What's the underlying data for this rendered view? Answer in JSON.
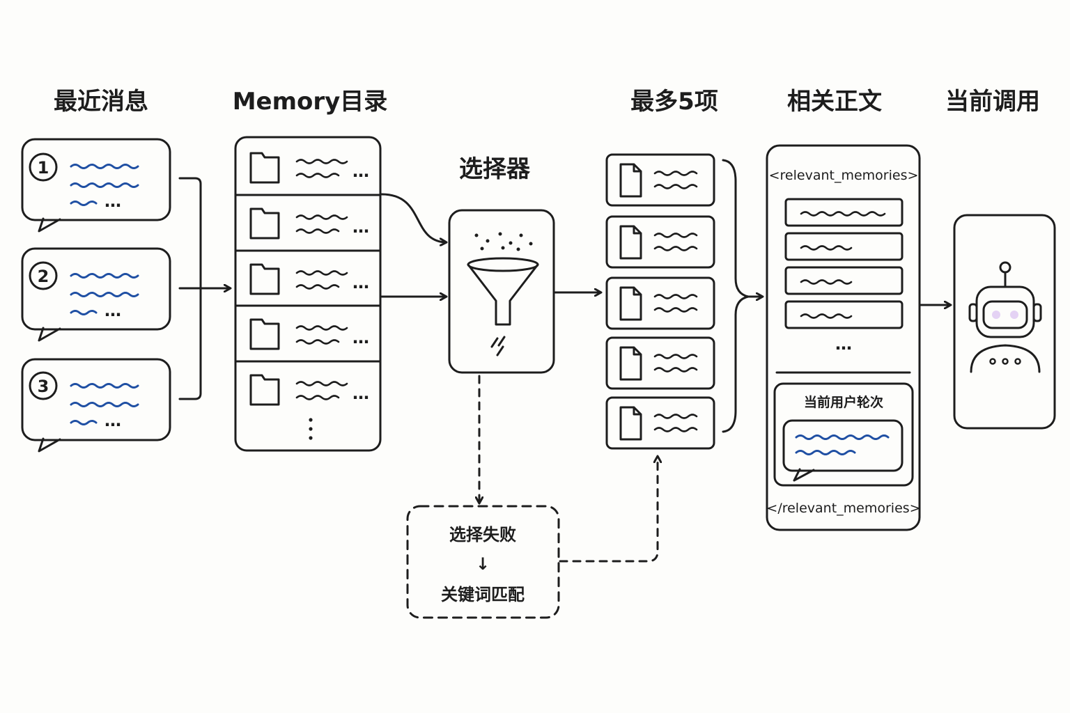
{
  "headers": {
    "recent_messages": "最近消息",
    "memory_catalog": "Memory目录",
    "selector": "选择器",
    "top5": "最多5项",
    "relevant_body": "相关正文",
    "current_call": "当前调用"
  },
  "messages": [
    {
      "number": "1"
    },
    {
      "number": "2"
    },
    {
      "number": "3"
    }
  ],
  "ellipsis": "…",
  "fallback": {
    "line1": "选择失败",
    "arrow": "↓",
    "line2": "关键词匹配"
  },
  "relevant": {
    "open_tag": "<relevant_memories>",
    "close_tag": "</relevant_memories>",
    "current_turn": "当前用户轮次"
  },
  "colors": {
    "message_bg": "#dcebfa",
    "folder_panel_bg": "#fbe7a8",
    "folder_icon": "#f7cf5e",
    "selector_bg": "#f9d6da",
    "doc_bg": "#d7efc6",
    "relevant_bg": "#d3f3ea",
    "fallback_bg": "#ece0f6",
    "robot_bg": "#e4d2f4"
  }
}
